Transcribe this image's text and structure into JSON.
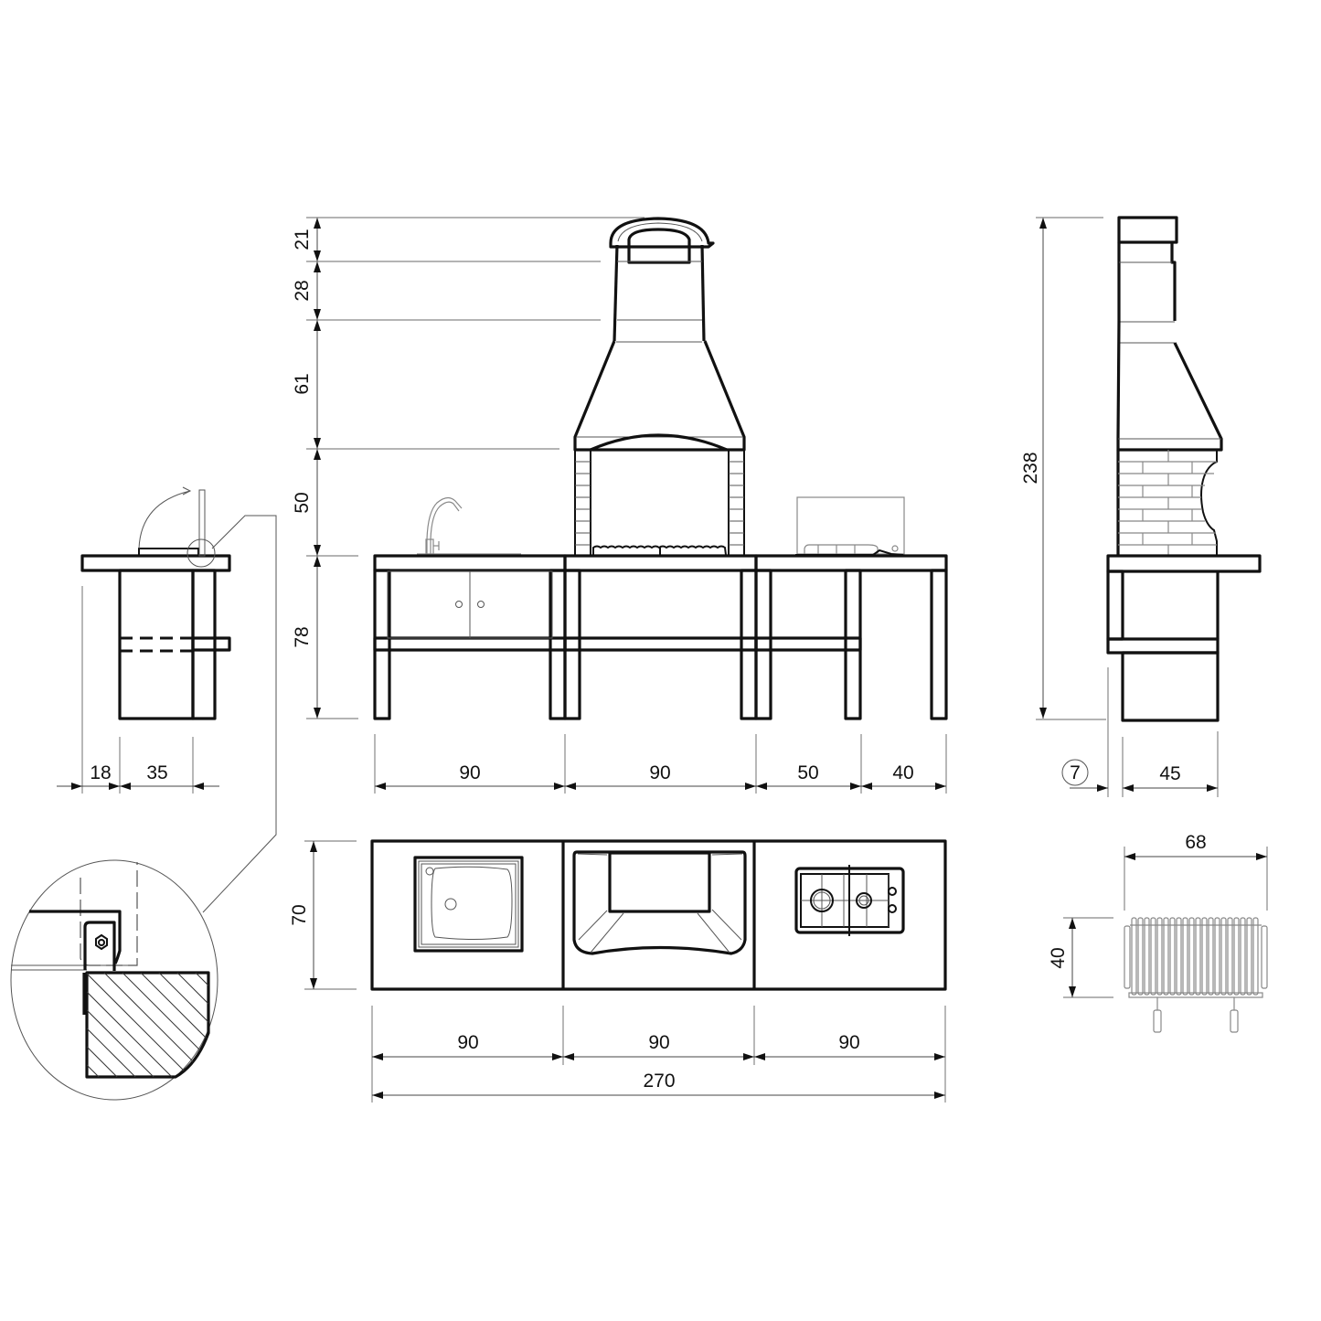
{
  "drawing": {
    "title": "Outdoor barbecue kitchen – dimensional drawing (cm)",
    "front_view": {
      "height_labels": [
        "21",
        "28",
        "61",
        "50",
        "78"
      ],
      "width_labels": [
        "90",
        "90",
        "50",
        "40"
      ],
      "modules": [
        "sink-cabinet",
        "barbecue-fireplace",
        "hob-table"
      ]
    },
    "side_view": {
      "total_height_label": "238",
      "offset_label": "7",
      "depth_label": "45"
    },
    "left_side_view": {
      "overhang_label": "18",
      "depth_label": "35"
    },
    "plan_view": {
      "depth_label": "70",
      "module_widths": [
        "90",
        "90",
        "90"
      ],
      "total_width_label": "270"
    },
    "grill_detail": {
      "width_label": "68",
      "depth_label": "40"
    },
    "hinge_detail": {
      "description": "Enlarged detail of worktop hinge"
    }
  }
}
